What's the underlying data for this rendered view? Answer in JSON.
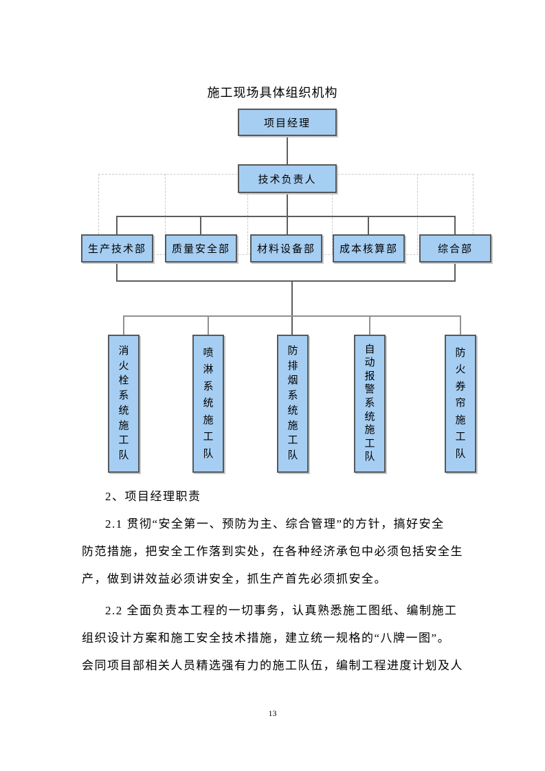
{
  "diagram": {
    "title": "施工现场具体组织机构",
    "level1": {
      "label": "项目经理"
    },
    "level2": {
      "label": "技术负责人"
    },
    "departments": [
      {
        "label": "生产技术部"
      },
      {
        "label": "质量安全部"
      },
      {
        "label": "材料设备部"
      },
      {
        "label": "成本核算部"
      },
      {
        "label": "综合部"
      }
    ],
    "teams": [
      {
        "label": "消火栓系统施工队"
      },
      {
        "label": "喷淋系统施工队"
      },
      {
        "label": "防排烟系统施工队"
      },
      {
        "label": "自动报警系统施工队"
      },
      {
        "label": "防火券帘施工队"
      }
    ],
    "colors": {
      "box_fill": "#a6cef2",
      "box_border": "#55585c",
      "connector_dark": "#5c5c5c",
      "connector_light": "#909090",
      "guide_dashed": "#c9c9c9"
    }
  },
  "body": {
    "heading": "2、项目经理职责",
    "lines": [
      {
        "text": "2.1 贯彻“安全第一、预防为主、综合管理”的方针，搞好安全"
      },
      {
        "text": "防范措施，把安全工作落到实处，在各种经济承包中必须包括安全生"
      },
      {
        "text": "产，做到讲效益必须讲安全，抓生产首先必须抓安全。"
      },
      {
        "text": "2.2 全面负责本工程的一切事务，认真熟悉施工图纸、编制施工"
      },
      {
        "text": "组织设计方案和施工安全技术措施，建立统一规格的“八牌一图”。"
      },
      {
        "text": "会同项目部相关人员精选强有力的施工队伍，编制工程进度计划及人"
      }
    ],
    "paragraphs_full": [
      "2.1 贯彻“安全第一、预防为主、综合管理”的方针，搞好安全防范措施，把安全工作落到实处，在各种经济承包中必须包括安全生产，做到讲效益必须讲安全，抓生产首先必须抓安全。",
      "2.2 全面负责本工程的一切事务，认真熟悉施工图纸、编制施工组织设计方案和施工安全技术措施，建立统一规格的“八牌一图”。会同项目部相关人员精选强有力的施工队伍，编制工程进度计划及人"
    ]
  },
  "footer": {
    "page_number": "13"
  }
}
